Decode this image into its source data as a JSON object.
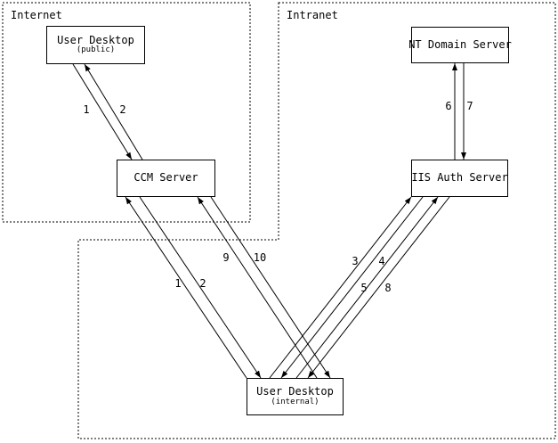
{
  "zones": [
    {
      "label": "Internet"
    },
    {
      "label": "Intranet"
    }
  ],
  "nodes": [
    {
      "title": "User Desktop",
      "subtitle": "(public)",
      "zone": "Internet"
    },
    {
      "title": "NT Domain Server",
      "subtitle": "",
      "zone": "Intranet"
    },
    {
      "title": "CCM Server",
      "subtitle": "",
      "zone": "Internet"
    },
    {
      "title": "IIS Auth Server",
      "subtitle": "",
      "zone": "Intranet"
    },
    {
      "title": "User Desktop",
      "subtitle": "(internal)",
      "zone": "Intranet"
    }
  ],
  "edges": [
    {
      "label": "1",
      "from": "User Desktop (public)",
      "to": "CCM Server"
    },
    {
      "label": "2",
      "from": "CCM Server",
      "to": "User Desktop (public)"
    },
    {
      "label": "1",
      "from": "User Desktop (internal)",
      "to": "CCM Server"
    },
    {
      "label": "2",
      "from": "CCM Server",
      "to": "User Desktop (internal)"
    },
    {
      "label": "9",
      "from": "User Desktop (internal)",
      "to": "CCM Server"
    },
    {
      "label": "10",
      "from": "CCM Server",
      "to": "User Desktop (internal)"
    },
    {
      "label": "3",
      "from": "User Desktop (internal)",
      "to": "IIS Auth Server"
    },
    {
      "label": "4",
      "from": "IIS Auth Server",
      "to": "User Desktop (internal)"
    },
    {
      "label": "5",
      "from": "User Desktop (internal)",
      "to": "IIS Auth Server"
    },
    {
      "label": "8",
      "from": "IIS Auth Server",
      "to": "User Desktop (internal)"
    },
    {
      "label": "6",
      "from": "IIS Auth Server",
      "to": "NT Domain Server"
    },
    {
      "label": "7",
      "from": "NT Domain Server",
      "to": "IIS Auth Server"
    }
  ],
  "colors": {
    "line": "#000000",
    "background": "#ffffff"
  }
}
